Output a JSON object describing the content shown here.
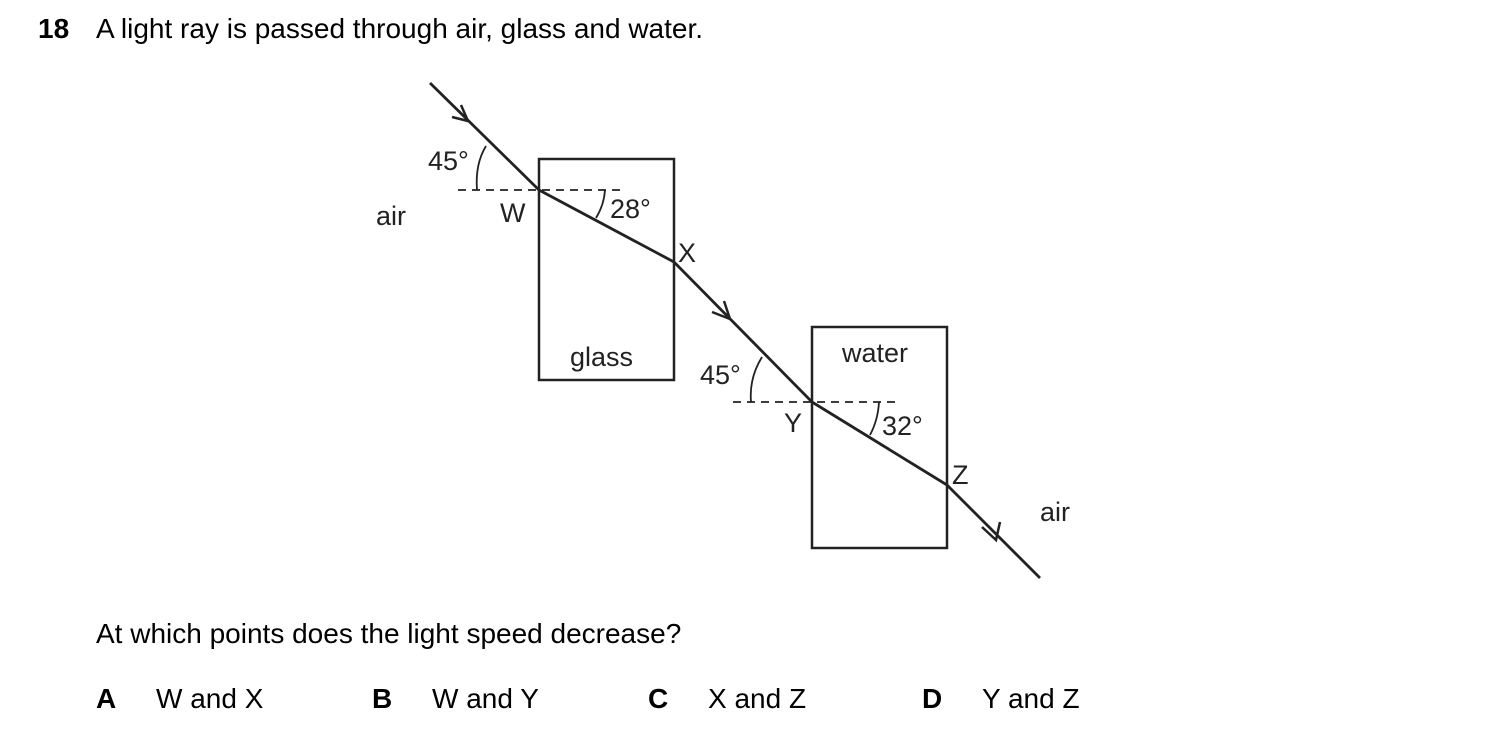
{
  "question": {
    "number": "18",
    "text": "A light ray is passed through air, glass and water.",
    "prompt": "At which points does the light speed decrease?"
  },
  "diagram": {
    "labels": {
      "air_left": "air",
      "air_right": "air",
      "glass": "glass",
      "water": "water",
      "point_w": "W",
      "point_x": "X",
      "point_y": "Y",
      "point_z": "Z",
      "angle_incident_1": "45°",
      "angle_refracted_glass": "28°",
      "angle_incident_2": "45°",
      "angle_refracted_water": "32°"
    }
  },
  "options": [
    {
      "letter": "A",
      "text": "W and X"
    },
    {
      "letter": "B",
      "text": "W and Y"
    },
    {
      "letter": "C",
      "text": "X and Z"
    },
    {
      "letter": "D",
      "text": "Y and Z"
    }
  ]
}
